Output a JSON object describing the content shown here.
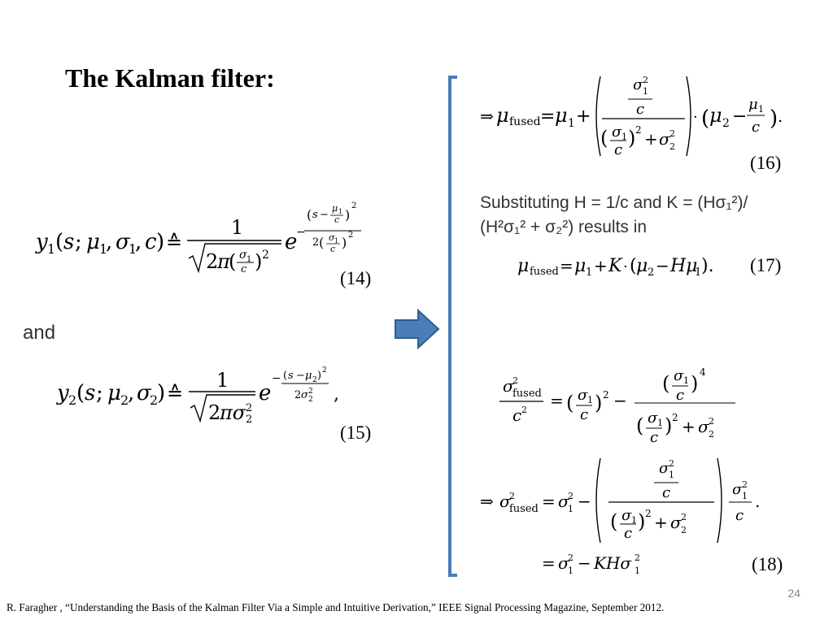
{
  "slide": {
    "title": "The Kalman filter:",
    "connector_word": "and",
    "slide_number": "24",
    "accent_color": "#4a7ebb",
    "bracket_color": "#4a7ebb",
    "arrow_icon": "right-arrow-icon"
  },
  "equations": {
    "eq14_number": "(14)",
    "eq15_number": "(15)",
    "eq16_number": "(16)",
    "eq17_number": "(17)",
    "eq18_number": "(18)"
  },
  "substitution_text": {
    "line1": "Substituting H = 1/c and K = (Hσ₁²)/",
    "line2": "(H²σ₁² + σ₂²) results in"
  },
  "citation": "R. Faragher , “Understanding the Basis of the Kalman Filter Via a Simple and Intuitive Derivation,” IEEE Signal Processing Magazine, September 2012."
}
